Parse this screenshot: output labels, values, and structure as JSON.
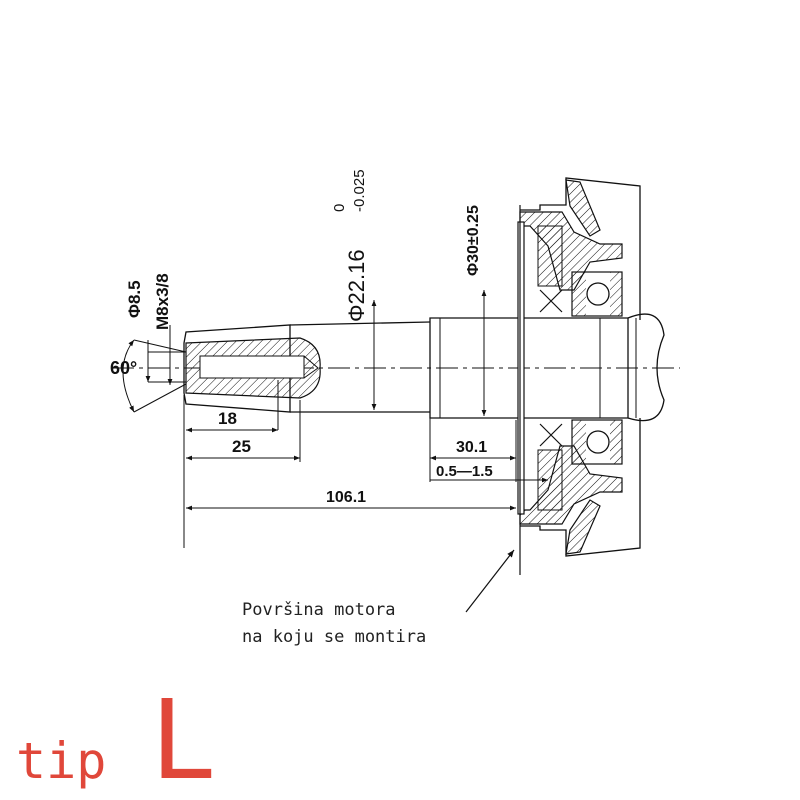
{
  "dimensions": {
    "hole_dia": "Φ8.5",
    "thread": "M8x3/8",
    "angle": "60°",
    "shaft_dia": "Φ22.16",
    "shaft_tol_upper": "0",
    "shaft_tol_lower": "-0.025",
    "bearing_dia": "Φ30±0.25",
    "thread_depth": "18",
    "hole_depth": "25",
    "shoulder": "30.1",
    "gap": "0.5—1.5",
    "overall": "106.1"
  },
  "note": {
    "line1": "Površina motora",
    "line2": "na koju se montira"
  },
  "label": {
    "prefix": "tip",
    "letter": "L"
  },
  "colors": {
    "line": "#111111",
    "label": "#e0473a"
  }
}
